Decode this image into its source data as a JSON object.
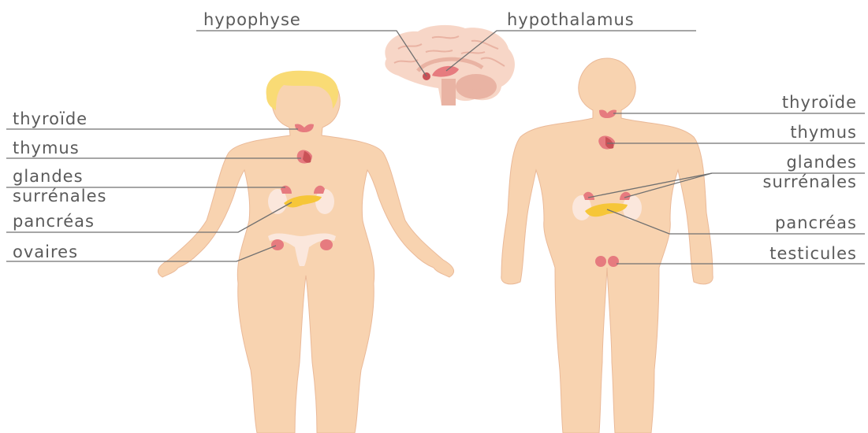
{
  "colors": {
    "skin": "#f8d3b0",
    "skin_dark": "#eab998",
    "hair": "#f9db75",
    "brain": "#f7d6c7",
    "brain_fold": "#e9b3a3",
    "gland": "#e67b7f",
    "gland_dark": "#c95257",
    "pancreas": "#f6c638",
    "kidney": "#fbe7dc",
    "text": "#5a5a5a",
    "line": "#707070"
  },
  "brain": {
    "hypophyse": "hypophyse",
    "hypothalamus": "hypothalamus"
  },
  "female": {
    "thyroide": "thyroïde",
    "thymus": "thymus",
    "surrenales_1": "glandes",
    "surrenales_2": "surrénales",
    "pancreas": "pancréas",
    "ovaires": "ovaires"
  },
  "male": {
    "thyroide": "thyroïde",
    "thymus": "thymus",
    "surrenales_1": "glandes",
    "surrenales_2": "surrénales",
    "pancreas": "pancréas",
    "testicules": "testicules"
  }
}
